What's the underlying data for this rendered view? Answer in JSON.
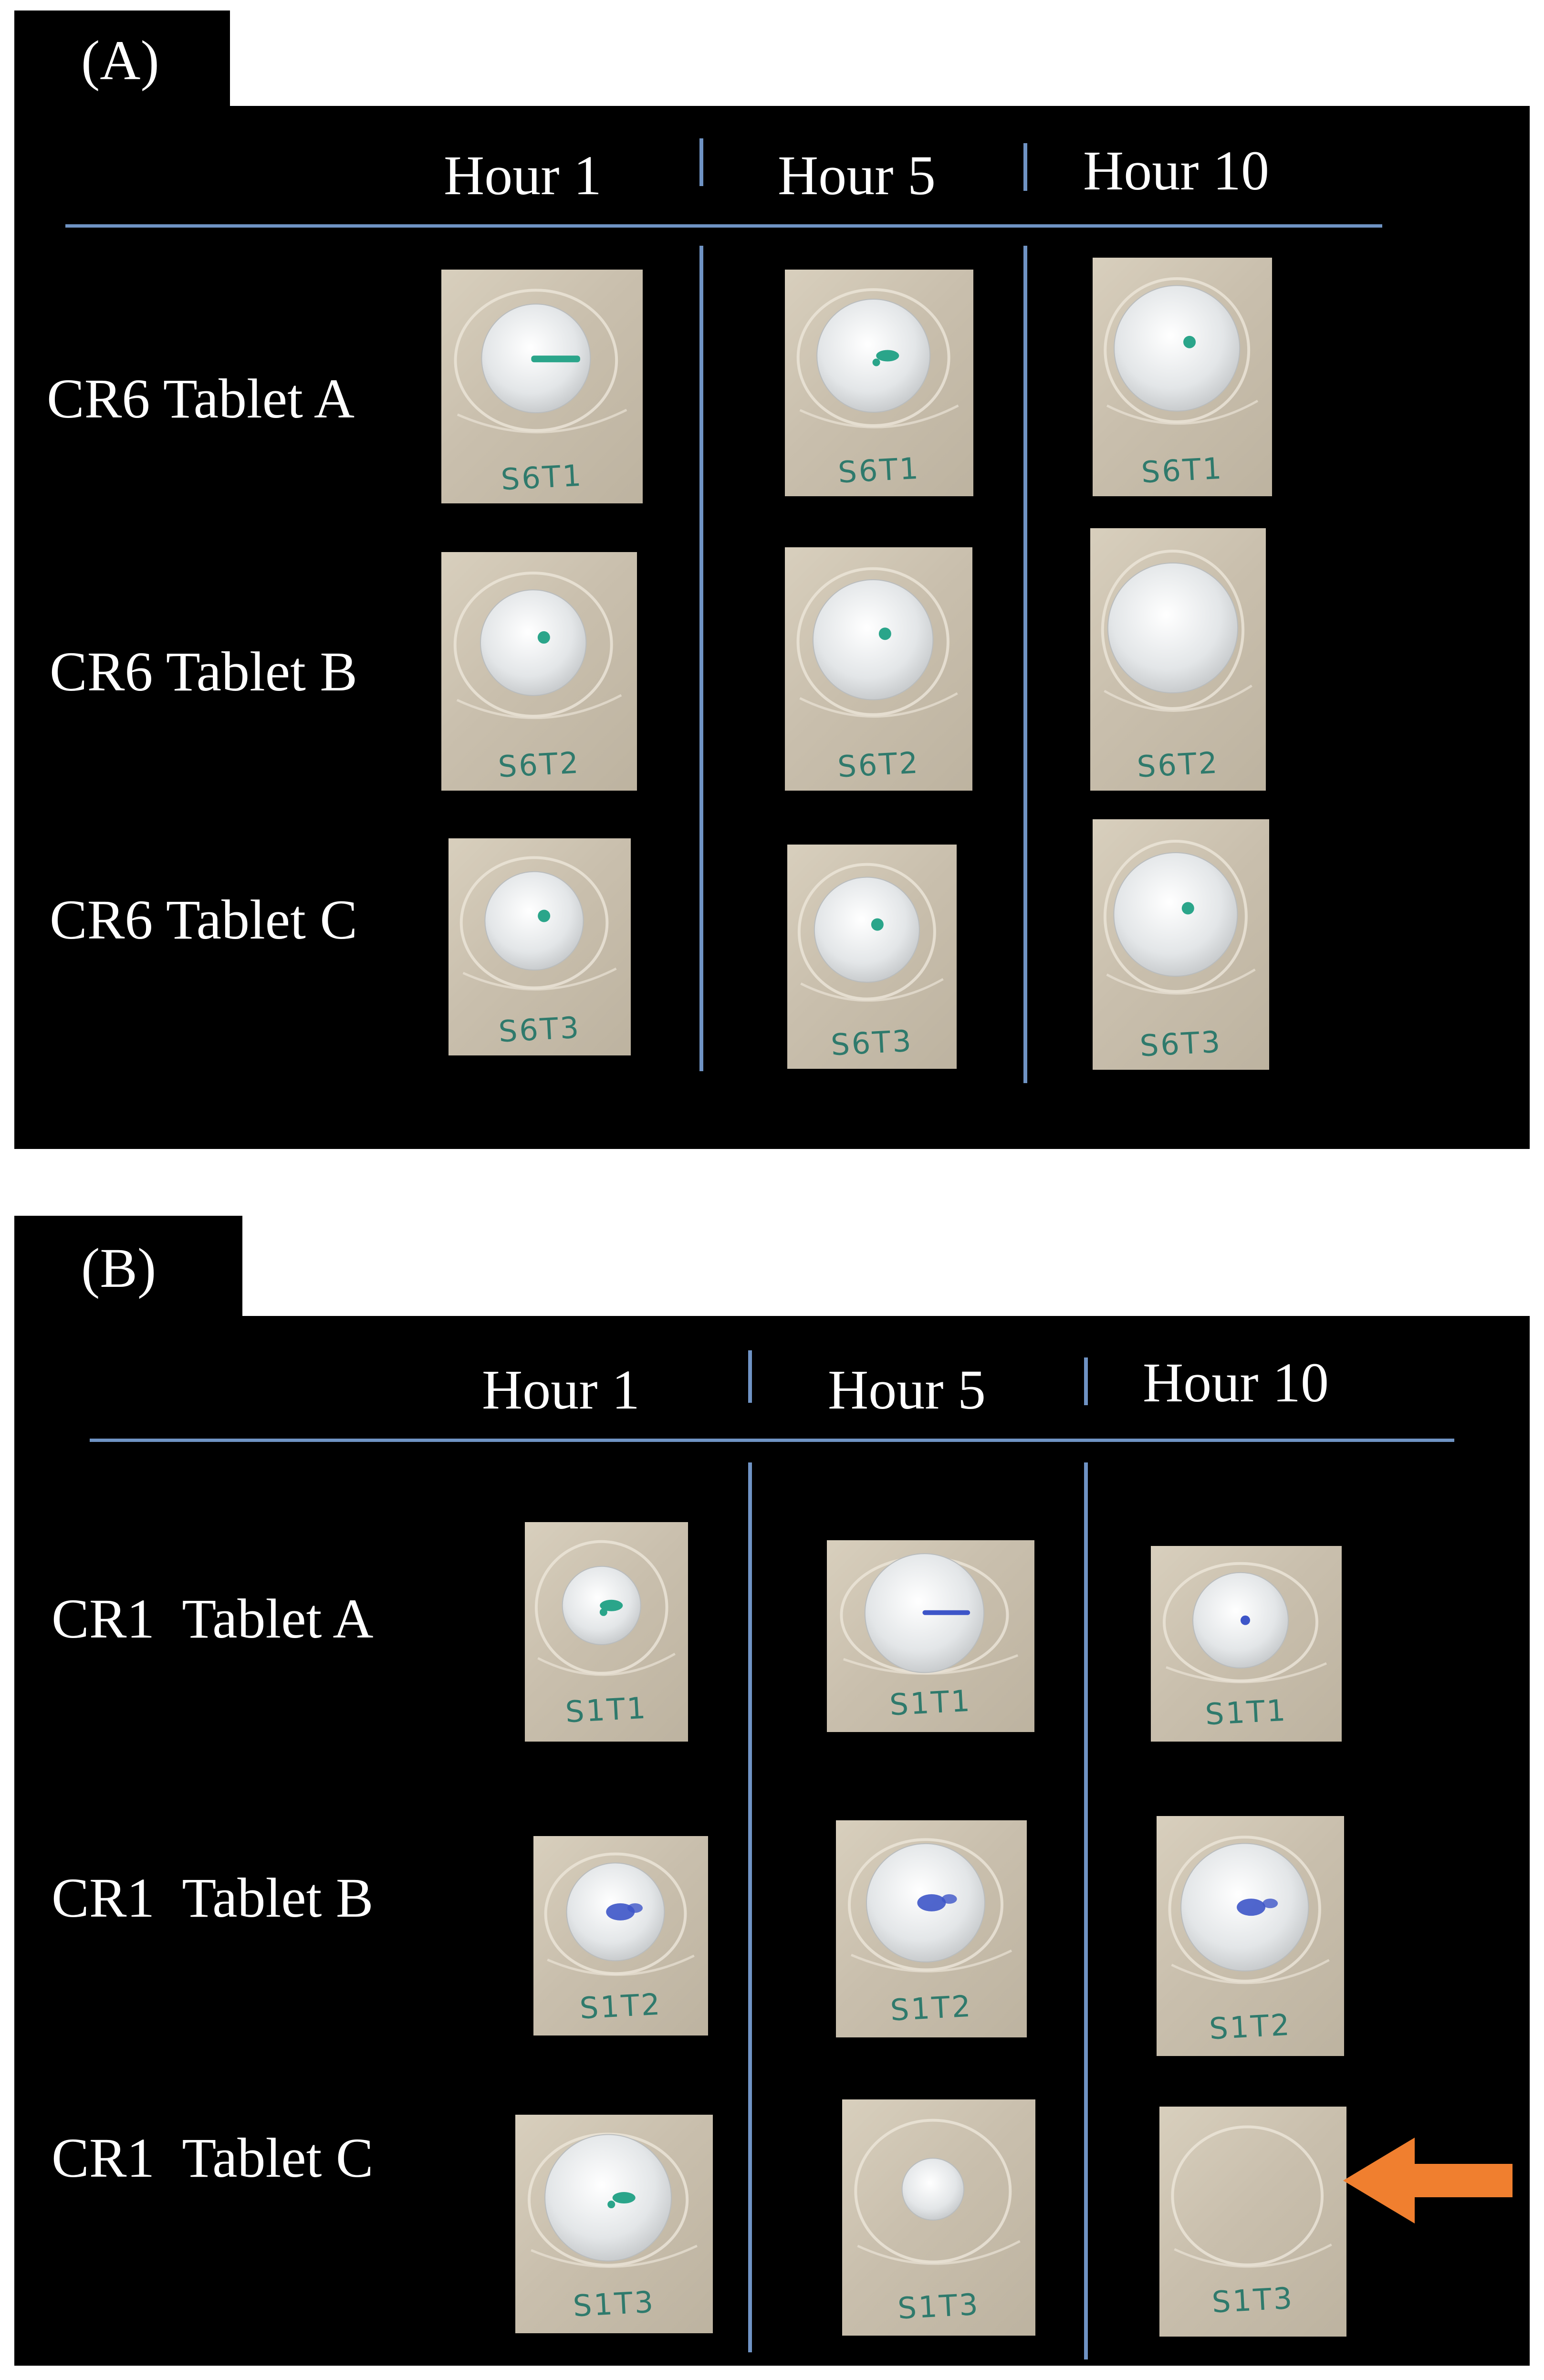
{
  "panels": [
    {
      "label": "(A)",
      "columns": [
        "Hour 1",
        "Hour 5",
        "Hour 10"
      ],
      "rows": [
        {
          "label": "CR6 Tablet A",
          "codes": [
            "S6T1",
            "S6T1",
            "S6T1"
          ]
        },
        {
          "label": "CR6 Tablet B",
          "codes": [
            "S6T2",
            "S6T2",
            "S6T2"
          ]
        },
        {
          "label": "CR6 Tablet C",
          "codes": [
            "S6T3",
            "S6T3",
            "S6T3"
          ]
        }
      ]
    },
    {
      "label": "(B)",
      "columns": [
        "Hour 1",
        "Hour 5",
        "Hour 10"
      ],
      "rows": [
        {
          "label": "CR1  Tablet A",
          "codes": [
            "S1T1",
            "S1T1",
            "S1T1"
          ]
        },
        {
          "label": "CR1  Tablet B",
          "codes": [
            "S1T2",
            "S1T2",
            "S1T2"
          ]
        },
        {
          "label": "CR1  Tablet C",
          "codes": [
            "S1T3",
            "S1T3",
            "S1T3"
          ]
        }
      ]
    }
  ],
  "colors": {
    "background": "#000000",
    "divider": "#6f93c4",
    "arrow": "#f07f2f",
    "mark_green": "#2aa58a",
    "mark_blue": "#3d55c8"
  },
  "icons": {
    "arrow": "left-arrow-icon"
  }
}
